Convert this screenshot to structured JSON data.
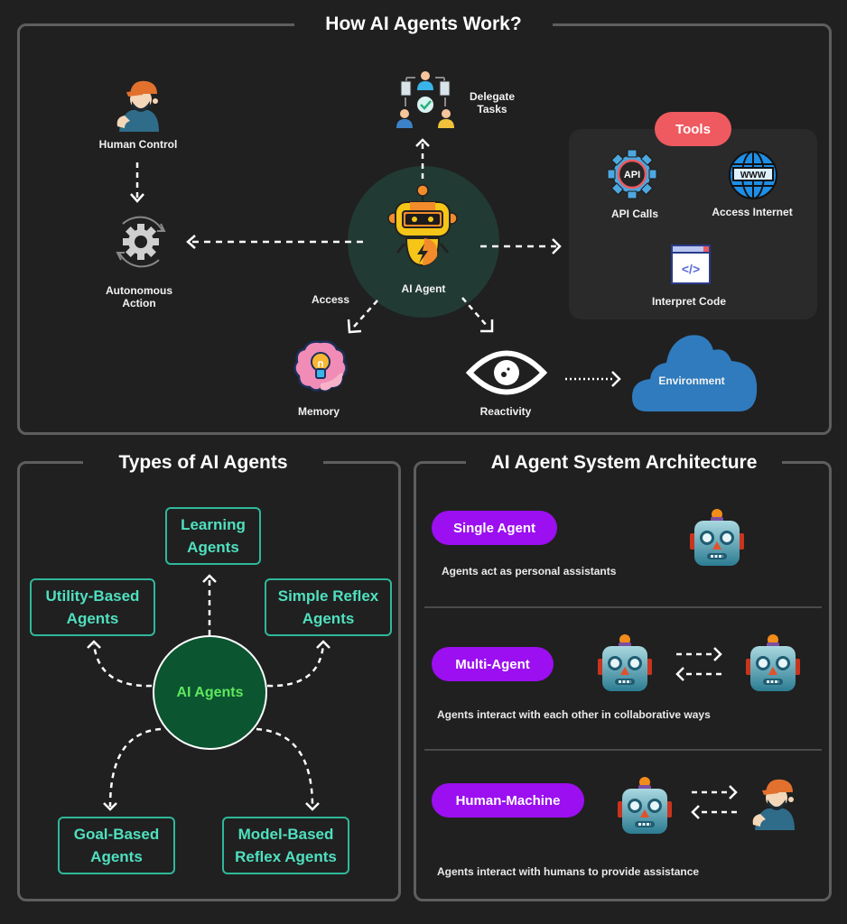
{
  "how_it_works": {
    "title": "How AI Agents Work?",
    "center": "AI Agent",
    "human_control": "Human Control",
    "autonomous_action": [
      "Autonomous",
      "Action"
    ],
    "delegate_tasks": [
      "Delegate",
      "Tasks"
    ],
    "access": "Access",
    "memory": "Memory",
    "reactivity": "Reactivity",
    "environment": "Environment",
    "tools": {
      "badge": "Tools",
      "api_calls": "API Calls",
      "api_glyph": "API",
      "access_internet": "Access Internet",
      "www_glyph": "WWW",
      "interpret_code": "Interpret Code",
      "code_glyph": "</>"
    }
  },
  "types": {
    "title": "Types of AI Agents",
    "center": "AI Agents",
    "items": [
      {
        "line1": "Learning",
        "line2": "Agents"
      },
      {
        "line1": "Utility-Based",
        "line2": "Agents"
      },
      {
        "line1": "Simple Reflex",
        "line2": "Agents"
      },
      {
        "line1": "Goal-Based",
        "line2": "Agents"
      },
      {
        "line1": "Model-Based",
        "line2": "Reflex Agents"
      }
    ]
  },
  "architecture": {
    "title": "AI Agent System Architecture",
    "rows": [
      {
        "label": "Single Agent",
        "description": "Agents act as personal assistants"
      },
      {
        "label": "Multi-Agent",
        "description": "Agents interact with each other in collaborative ways"
      },
      {
        "label": "Human-Machine",
        "description": "Agents interact with humans to provide assistance"
      }
    ]
  },
  "colors": {
    "background": "#202020",
    "panel_border": "#5e5e5e",
    "agent_circle": "#223a34",
    "tools_badge": "#ee5a5f",
    "tools_panel": "#2a2a2a",
    "type_border": "#2fb89a",
    "type_text": "#4fe0bf",
    "types_center": "#0b5530",
    "types_center_text": "#5ee85e",
    "pill": "#9b0ff0",
    "environment": "#2f7bbd"
  }
}
